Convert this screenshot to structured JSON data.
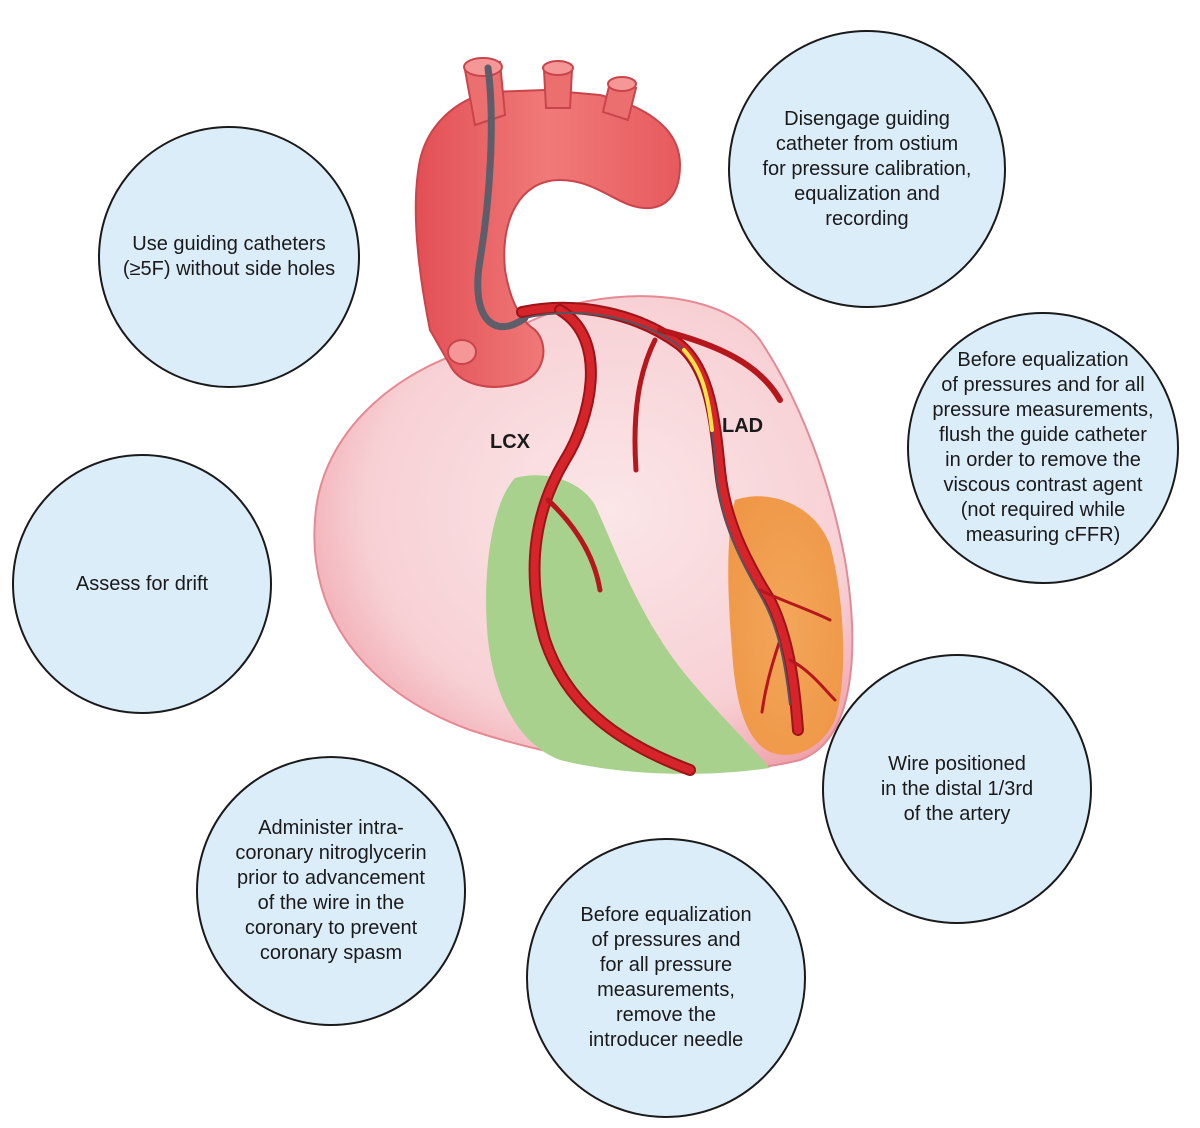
{
  "labels": {
    "lcx": "LCX",
    "lad": "LAD"
  },
  "steps": {
    "guiding_catheters": "Use guiding catheters\n(≥5F) without side holes",
    "disengage": "Disengage guiding\ncatheter from ostium\nfor pressure calibration,\nequalization and\nrecording",
    "flush": "Before equalization\nof pressures and for all\npressure measurements,\nflush the guide catheter\nin order to remove the\nviscous contrast agent\n(not required while\nmeasuring cFFR)",
    "drift": "Assess for drift",
    "wire_position": "Wire positioned\nin the distal 1/3rd\nof the artery",
    "nitroglycerin": "Administer intra-\ncoronary nitroglycerin\nprior to advancement\nof the wire in the\ncoronary to prevent\ncoronary spasm",
    "introducer": "Before equalization\nof pressures and\nfor all pressure\nmeasurements,\nremove the\nintroducer needle"
  },
  "colors": {
    "bubble_fill": "#dcedfa",
    "heart_fill": "#f7d3d7",
    "aorta": "#ec6f6f",
    "artery": "#c8161d",
    "lcx_territory": "#a9d18e",
    "lad_territory": "#f3a65a",
    "guidewire_highlight": "#ffe14a",
    "catheter": "#6a6a78"
  }
}
